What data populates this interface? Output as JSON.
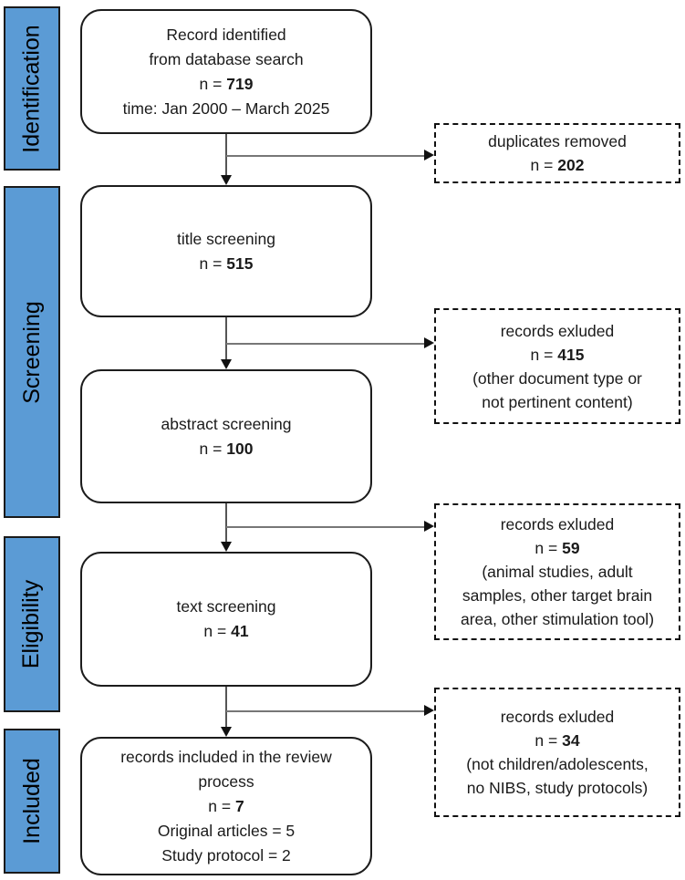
{
  "palette": {
    "stage_blue": "#5B9BD5",
    "line_black": "#1a1a1a"
  },
  "stages": [
    {
      "label": "Identification"
    },
    {
      "label": "Screening"
    },
    {
      "label": "Eligibility"
    },
    {
      "label": "Included"
    }
  ],
  "main_boxes": [
    {
      "name": "database-search",
      "lines": [
        {
          "pre": "Record identified"
        },
        {
          "pre": "from database search"
        },
        {
          "pre": "n = ",
          "bold": "719"
        },
        {
          "pre": "time: Jan 2000 – March 2025"
        }
      ]
    },
    {
      "name": "title-screening",
      "lines": [
        {
          "pre": "title screening"
        },
        {
          "pre": "n = ",
          "bold": "515"
        }
      ]
    },
    {
      "name": "abstract-screening",
      "lines": [
        {
          "pre": "abstract screening"
        },
        {
          "pre": "n = ",
          "bold": "100"
        }
      ]
    },
    {
      "name": "text-screening",
      "lines": [
        {
          "pre": "text screening"
        },
        {
          "pre": "n = ",
          "bold": "41"
        }
      ]
    },
    {
      "name": "records-included",
      "lines": [
        {
          "pre": "records included in the review"
        },
        {
          "pre": "process"
        },
        {
          "pre": "n = ",
          "bold": "7"
        },
        {
          "pre": "Original articles = 5"
        },
        {
          "pre": "Study protocol = 2"
        }
      ]
    }
  ],
  "exclusion_boxes": [
    {
      "name": "duplicates-removed",
      "lines": [
        {
          "pre": "duplicates removed"
        },
        {
          "pre": "n = ",
          "bold": "202"
        }
      ]
    },
    {
      "name": "excluded-after-title",
      "lines": [
        {
          "pre": "records exluded"
        },
        {
          "pre": "n = ",
          "bold": "415"
        },
        {
          "pre": "(other document type or"
        },
        {
          "pre": "not pertinent content)"
        }
      ]
    },
    {
      "name": "excluded-after-abstract",
      "lines": [
        {
          "pre": "records exluded"
        },
        {
          "pre": "n = ",
          "bold": "59"
        },
        {
          "pre": "(animal studies, adult"
        },
        {
          "pre": "samples, other target brain"
        },
        {
          "pre": "area, other stimulation tool)"
        }
      ]
    },
    {
      "name": "excluded-after-text",
      "lines": [
        {
          "pre": "records exluded"
        },
        {
          "pre": "n = ",
          "bold": "34"
        },
        {
          "pre": "(not children/adolescents,"
        },
        {
          "pre": "no NIBS, study protocols)"
        }
      ]
    }
  ]
}
